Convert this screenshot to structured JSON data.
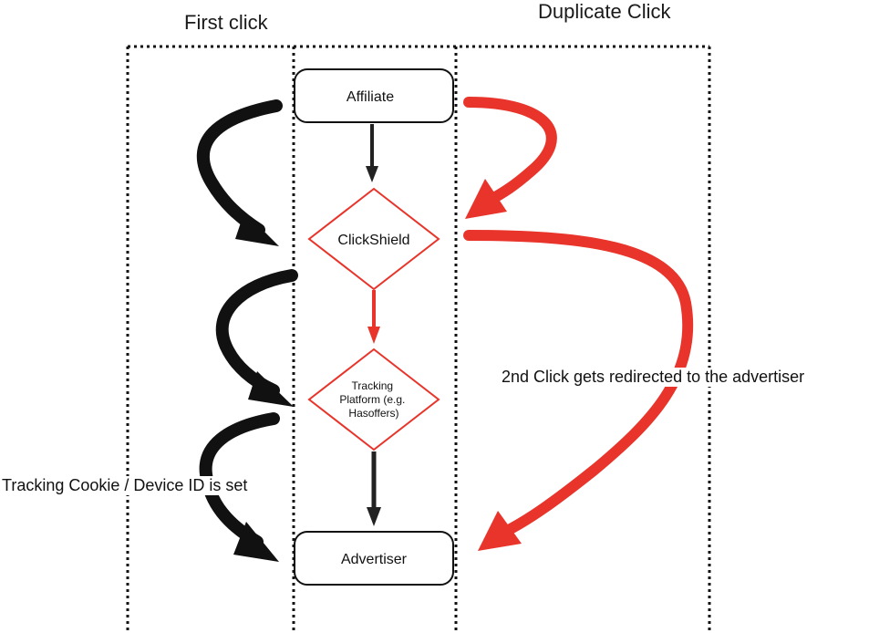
{
  "headers": {
    "first_click": "First click",
    "duplicate_click": "Duplicate Click"
  },
  "nodes": {
    "affiliate": "Affiliate",
    "clickshield": "ClickShield",
    "tracking_platform": [
      "Tracking",
      "Platform (e.g.",
      "Hasoffers)"
    ],
    "advertiser": "Advertiser"
  },
  "annotations": {
    "second_click": "2nd Click gets redirected to the advertiser",
    "cookie_set": "Tracking Cookie / Device ID is set"
  },
  "colors": {
    "red_accent": "#e8342a",
    "black": "#111111"
  }
}
